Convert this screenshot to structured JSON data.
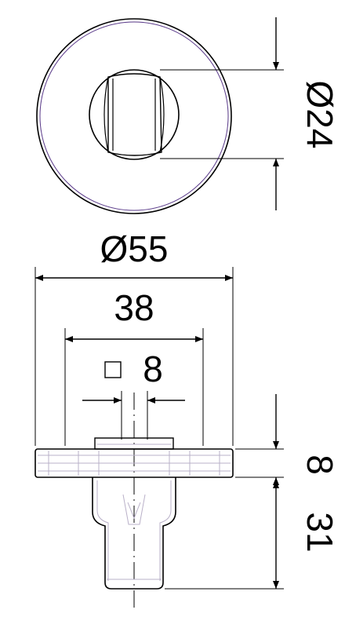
{
  "drawing": {
    "top_view": {
      "bore_diameter_label": "Ø24"
    },
    "side_view": {
      "outer_diameter_label": "Ø55",
      "inner_width_label": "38",
      "square_label": "8",
      "flange_height_label": "8",
      "total_height_label": "31"
    },
    "colors": {
      "line": "#000000",
      "outline_purple": "#5a3a8a",
      "detail_grey": "#b9b0c8"
    }
  }
}
